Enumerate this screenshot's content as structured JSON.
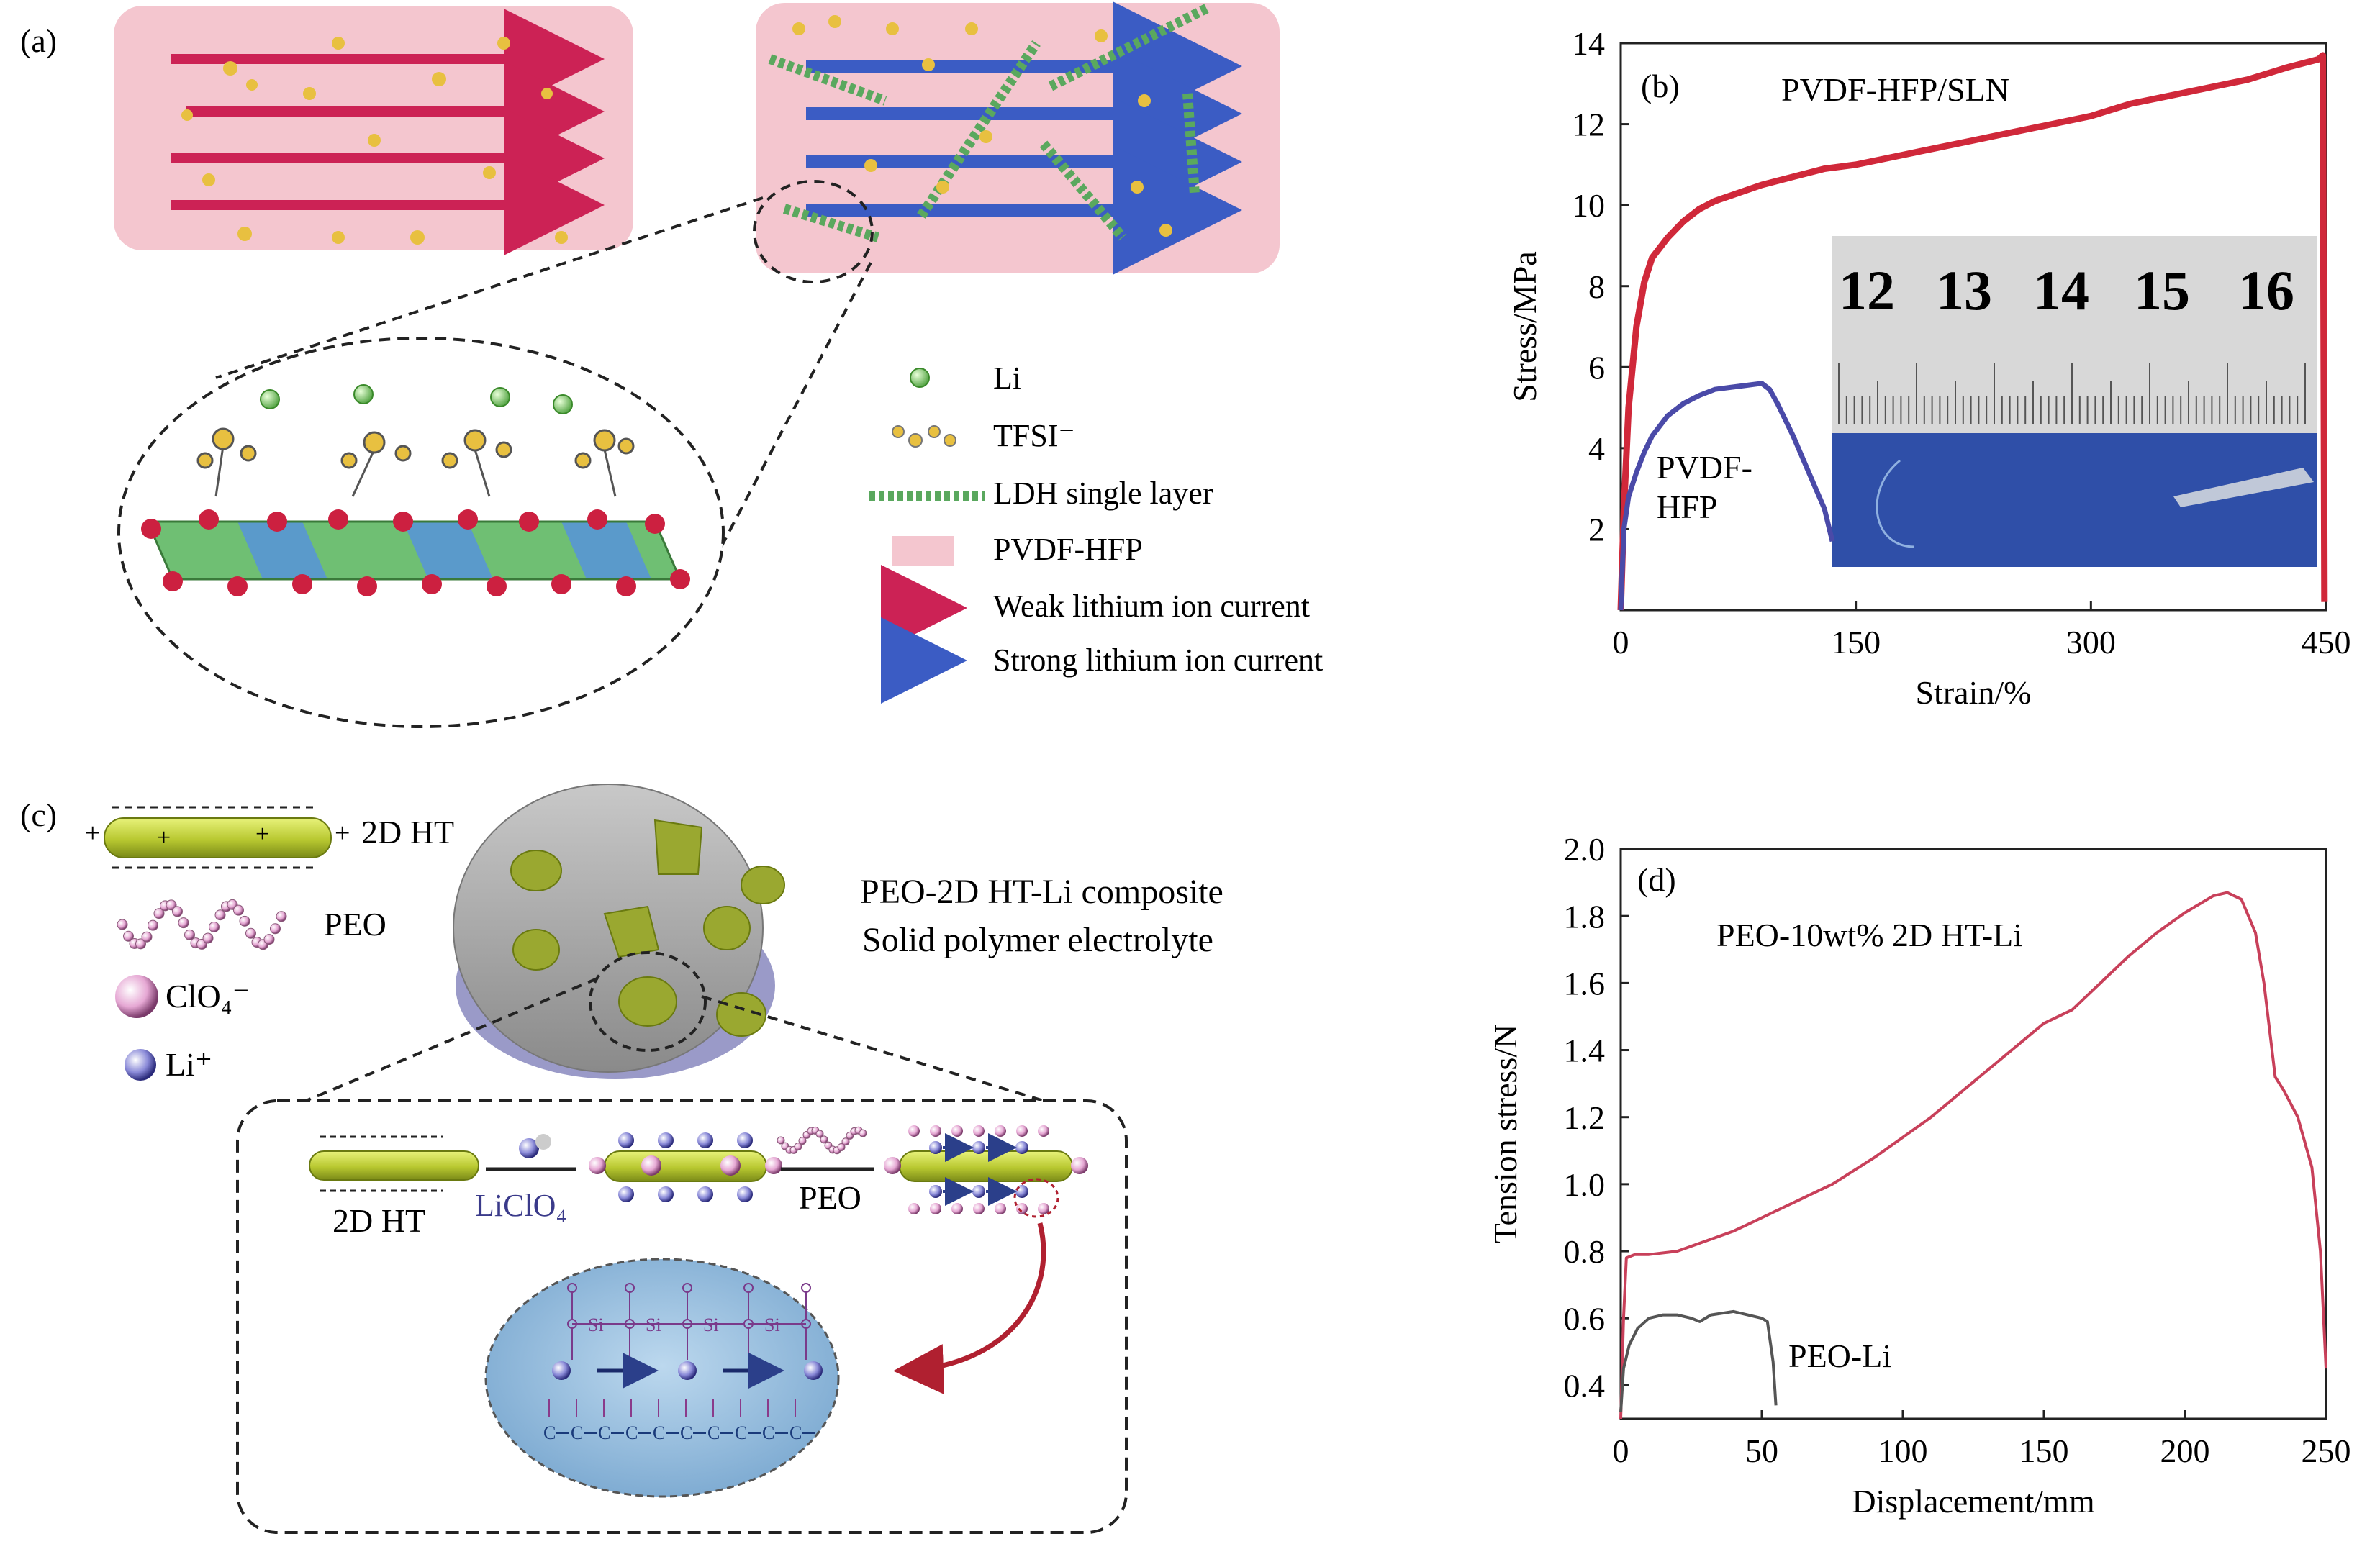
{
  "panels": {
    "a": {
      "label": "(a)",
      "legend": [
        {
          "text": "Li",
          "icon": "li-dot-icon"
        },
        {
          "text": "TFSI⁻",
          "icon": "tfsi-molecule-icon"
        },
        {
          "text": "LDH single layer",
          "icon": "ldh-layer-icon"
        },
        {
          "text": "PVDF-HFP",
          "icon": "pvdf-swatch-icon"
        },
        {
          "text": "Weak lithium ion current",
          "icon": "red-arrow-icon"
        },
        {
          "text": "Strong lithium ion current",
          "icon": "blue-arrow-icon"
        }
      ]
    },
    "b": {
      "label": "(b)",
      "ruler_numbers": [
        "12",
        "13",
        "14",
        "15",
        "16"
      ]
    },
    "c": {
      "label": "(c)",
      "legend": [
        {
          "text": "2D HT",
          "icon": "ht-rod-icon"
        },
        {
          "text": "PEO",
          "icon": "peo-chain-icon"
        },
        {
          "text": "ClO₄⁻",
          "icon": "clo4-ball-icon"
        },
        {
          "text": "Li⁺",
          "icon": "li-ball-icon"
        }
      ],
      "composite_title_line1": "PEO-2D HT-Li composite",
      "composite_title_line2": "Solid polymer electrolyte",
      "step_labels": [
        "2D HT",
        "LiClO₄",
        "PEO"
      ],
      "atom_si": "Si",
      "atom_c": "C"
    },
    "d": {
      "label": "(d)"
    }
  },
  "colors": {
    "pvdf_pink": "#f4c6cf",
    "weak_red": "#cc2255",
    "strong_blue": "#3b5cc4",
    "ldh_green": "#6fbf73",
    "curve_red": "#d0283a",
    "curve_blue": "#4a4aa8",
    "curve_pink": "#c8405a",
    "curve_gray": "#555555",
    "ht_yellow": "#c9d93a"
  },
  "chart_data": [
    {
      "id": "b",
      "type": "line",
      "xlabel": "Strain/%",
      "ylabel": "Stress/MPa",
      "xlim": [
        0,
        450
      ],
      "ylim": [
        0,
        14
      ],
      "xticks": [
        0,
        150,
        300,
        450
      ],
      "yticks": [
        2,
        4,
        6,
        8,
        10,
        12,
        14
      ],
      "grid": false,
      "series": [
        {
          "name": "PVDF-HFP/SLN",
          "color": "#d0283a",
          "x": [
            0,
            2,
            5,
            10,
            15,
            20,
            30,
            40,
            50,
            60,
            75,
            90,
            110,
            130,
            150,
            175,
            200,
            225,
            250,
            275,
            300,
            325,
            350,
            375,
            400,
            425,
            445,
            448,
            449
          ],
          "y": [
            0,
            2.5,
            5.0,
            7.0,
            8.1,
            8.7,
            9.2,
            9.6,
            9.9,
            10.1,
            10.3,
            10.5,
            10.7,
            10.9,
            11.0,
            11.2,
            11.4,
            11.6,
            11.8,
            12.0,
            12.2,
            12.5,
            12.7,
            12.9,
            13.1,
            13.4,
            13.6,
            13.7,
            0.2
          ]
        },
        {
          "name": "PVDF-HFP",
          "color": "#4a4aa8",
          "x": [
            0,
            2,
            5,
            10,
            15,
            20,
            30,
            40,
            50,
            60,
            70,
            80,
            90,
            95,
            100,
            110,
            120,
            130,
            135
          ],
          "y": [
            0,
            2.0,
            2.8,
            3.4,
            3.9,
            4.3,
            4.8,
            5.1,
            5.3,
            5.45,
            5.5,
            5.55,
            5.6,
            5.45,
            5.1,
            4.3,
            3.4,
            2.5,
            1.7
          ]
        }
      ],
      "annotations": [
        "PVDF-HFP/SLN",
        "PVDF-HFP"
      ]
    },
    {
      "id": "d",
      "type": "line",
      "xlabel": "Displacement/mm",
      "ylabel": "Tension stress/N",
      "xlim": [
        0,
        250
      ],
      "ylim": [
        0.3,
        2.0
      ],
      "xticks": [
        0,
        50,
        100,
        150,
        200,
        250
      ],
      "yticks": [
        0.4,
        0.6,
        0.8,
        1.0,
        1.2,
        1.4,
        1.6,
        1.8,
        2.0
      ],
      "grid": false,
      "series": [
        {
          "name": "PEO-10wt% 2D HT-Li",
          "color": "#c8405a",
          "x": [
            0,
            1,
            2,
            5,
            10,
            20,
            30,
            40,
            50,
            60,
            75,
            90,
            100,
            110,
            120,
            130,
            140,
            150,
            160,
            170,
            180,
            190,
            200,
            210,
            215,
            220,
            225,
            228,
            232,
            235,
            240,
            245,
            248,
            250
          ],
          "y": [
            0.3,
            0.6,
            0.78,
            0.79,
            0.79,
            0.8,
            0.83,
            0.86,
            0.9,
            0.94,
            1.0,
            1.08,
            1.14,
            1.2,
            1.27,
            1.34,
            1.41,
            1.48,
            1.52,
            1.6,
            1.68,
            1.75,
            1.81,
            1.86,
            1.87,
            1.85,
            1.75,
            1.6,
            1.32,
            1.28,
            1.2,
            1.05,
            0.8,
            0.45
          ]
        },
        {
          "name": "PEO-Li",
          "color": "#555555",
          "x": [
            0,
            1,
            3,
            6,
            10,
            15,
            20,
            25,
            28,
            32,
            40,
            45,
            50,
            52,
            54,
            55
          ],
          "y": [
            0.32,
            0.45,
            0.52,
            0.57,
            0.6,
            0.61,
            0.61,
            0.6,
            0.59,
            0.61,
            0.62,
            0.61,
            0.6,
            0.59,
            0.47,
            0.34
          ]
        }
      ],
      "annotations": [
        "PEO-10wt% 2D HT-Li",
        "PEO-Li"
      ]
    }
  ]
}
